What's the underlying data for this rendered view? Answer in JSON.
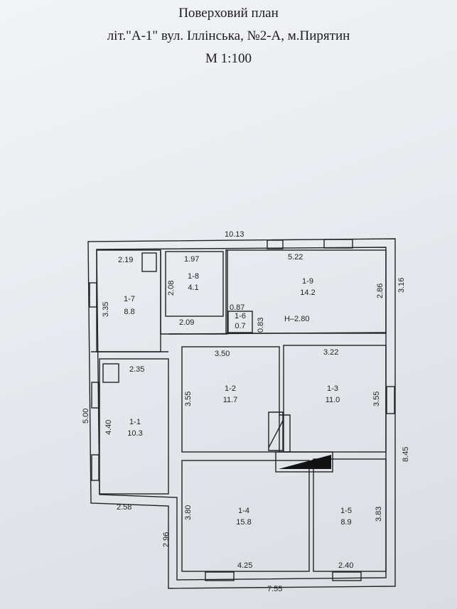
{
  "header": {
    "title": "Поверховий план",
    "address": "літ.\"А-1\"  вул. Іллінська,  №2-А,  м.Пирятин",
    "scale": "М 1:100"
  },
  "rooms": [
    {
      "id": "1-1",
      "area": "10.3"
    },
    {
      "id": "1-2",
      "area": "11.7"
    },
    {
      "id": "1-3",
      "area": "11.0"
    },
    {
      "id": "1-4",
      "area": "15.8"
    },
    {
      "id": "1-5",
      "area": "8.9"
    },
    {
      "id": "1-6",
      "area": "0.7"
    },
    {
      "id": "1-7",
      "area": "8.8"
    },
    {
      "id": "1-8",
      "area": "4.1"
    },
    {
      "id": "1-9",
      "area": "14.2"
    }
  ],
  "dimensions": {
    "overall_top": "10.13",
    "overall_bottom": "7.55",
    "overall_left": "5.00",
    "overall_right": "8.45",
    "right_upper": "3.16",
    "left_lower": "2.96",
    "bottom_left": "2.58",
    "r17_w": "2.19",
    "r17_h": "3.35",
    "r18_w": "1.97",
    "r18_h": "2.08",
    "r18_bottom": "2.09",
    "r19_w": "5.22",
    "r19_h": "2.86",
    "r19_height_mark": "Н–2.80",
    "r16_w": "0.87",
    "r16_h": "0.83",
    "r12_w": "3.50",
    "r12_h": "3.55",
    "r13_w": "3.22",
    "r13_h": "3.55",
    "r11_w": "2.35",
    "r11_h": "4.40",
    "r14_w": "4.25",
    "r14_h": "3.80",
    "r15_w": "2.40",
    "r15_h": "3.83"
  },
  "colors": {
    "ink": "#222222",
    "paper": "#e7eaee"
  }
}
